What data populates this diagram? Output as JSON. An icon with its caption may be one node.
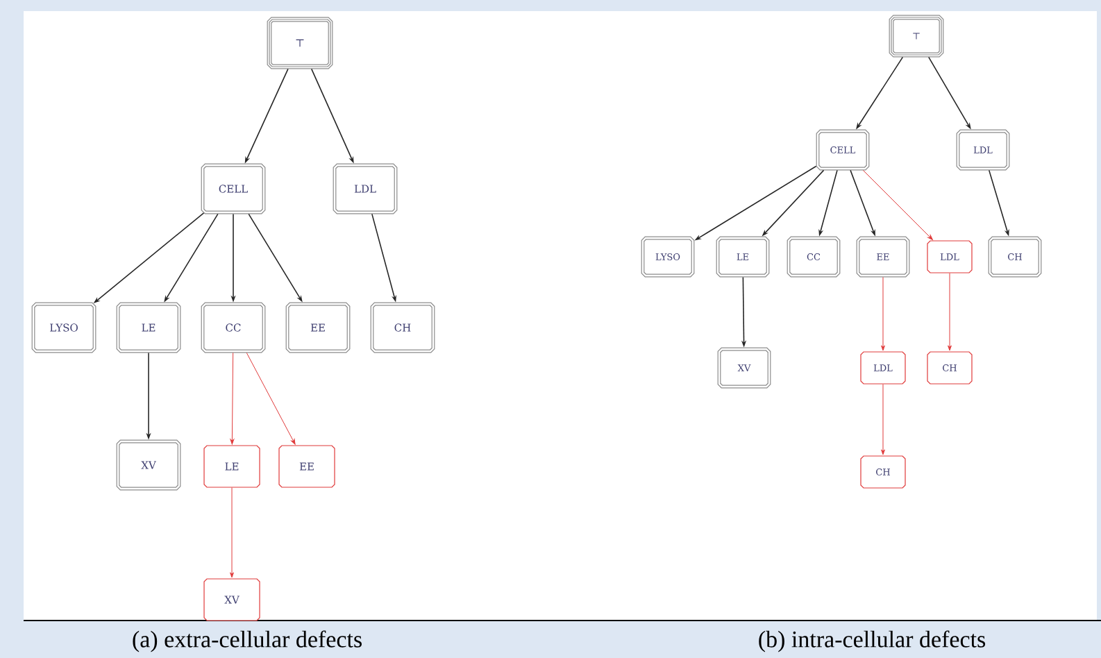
{
  "diagram": {
    "nodes": [
      {
        "text": [
          "⊤"
        ]
      },
      {
        "text": [
          "CELL"
        ]
      },
      {
        "text": [
          "LDL"
        ]
      },
      {
        "text": [
          "LYSO"
        ]
      },
      {
        "text": [
          "LE"
        ]
      },
      {
        "text": [
          "CC"
        ]
      },
      {
        "text": [
          "EE"
        ]
      },
      {
        "text": [
          "CH"
        ]
      },
      {
        "text": [
          "XV"
        ]
      },
      {
        "text": [
          "LE"
        ]
      },
      {
        "text": [
          "EE"
        ]
      },
      {
        "text": [
          "XV"
        ]
      },
      {
        "text": [
          "⊤"
        ]
      },
      {
        "text": [
          "CELL"
        ]
      },
      {
        "text": [
          "LDL"
        ]
      },
      {
        "text": [
          "LYSO"
        ]
      },
      {
        "text": [
          "LE"
        ]
      },
      {
        "text": [
          "CC"
        ]
      },
      {
        "text": [
          "EE"
        ]
      },
      {
        "text": [
          "LDL"
        ]
      },
      {
        "text": [
          "CH"
        ]
      },
      {
        "text": [
          "XV"
        ]
      },
      {
        "text": [
          "LDL"
        ]
      },
      {
        "text": [
          "CH"
        ]
      },
      {
        "text": [
          "CH"
        ]
      }
    ],
    "edges": [
      {
        "from": 0,
        "to": 1,
        "arrow": "to"
      },
      {
        "from": 0,
        "to": 2,
        "arrow": "to"
      },
      {
        "from": 1,
        "to": 3,
        "arrow": "to"
      },
      {
        "from": 1,
        "to": 4,
        "arrow": "to"
      },
      {
        "from": 1,
        "to": 5,
        "arrow": "to"
      },
      {
        "from": 1,
        "to": 6,
        "arrow": "to"
      },
      {
        "from": 2,
        "to": 7,
        "arrow": "to"
      },
      {
        "from": 4,
        "to": 8,
        "arrow": "to"
      },
      {
        "from": 5,
        "to": 9,
        "arrow": "to",
        "color": "#e03a3a"
      },
      {
        "from": 5,
        "to": 10,
        "arrow": "to",
        "color": "#e03a3a"
      },
      {
        "from": 9,
        "to": 11,
        "arrow": "to",
        "color": "#e03a3a"
      },
      {
        "from": 12,
        "to": 13,
        "arrow": "to"
      },
      {
        "from": 12,
        "to": 14,
        "arrow": "to"
      },
      {
        "from": 13,
        "to": 15,
        "arrow": "to"
      },
      {
        "from": 13,
        "to": 16,
        "arrow": "to"
      },
      {
        "from": 13,
        "to": 17,
        "arrow": "to"
      },
      {
        "from": 13,
        "to": 18,
        "arrow": "to"
      },
      {
        "from": 13,
        "to": 19,
        "arrow": "to",
        "color": "#e03a3a"
      },
      {
        "from": 14,
        "to": 20,
        "arrow": "to"
      },
      {
        "from": 16,
        "to": 21,
        "arrow": "to"
      },
      {
        "from": 18,
        "to": 22,
        "arrow": "to",
        "color": "#e03a3a"
      },
      {
        "from": 19,
        "to": 23,
        "arrow": "to",
        "color": "#e03a3a"
      },
      {
        "from": 22,
        "to": 24,
        "arrow": "to",
        "color": "#e03a3a"
      }
    ],
    "labels": [
      "(a) extra-cellular defects",
      "(b) intra-cellular defects"
    ]
  }
}
